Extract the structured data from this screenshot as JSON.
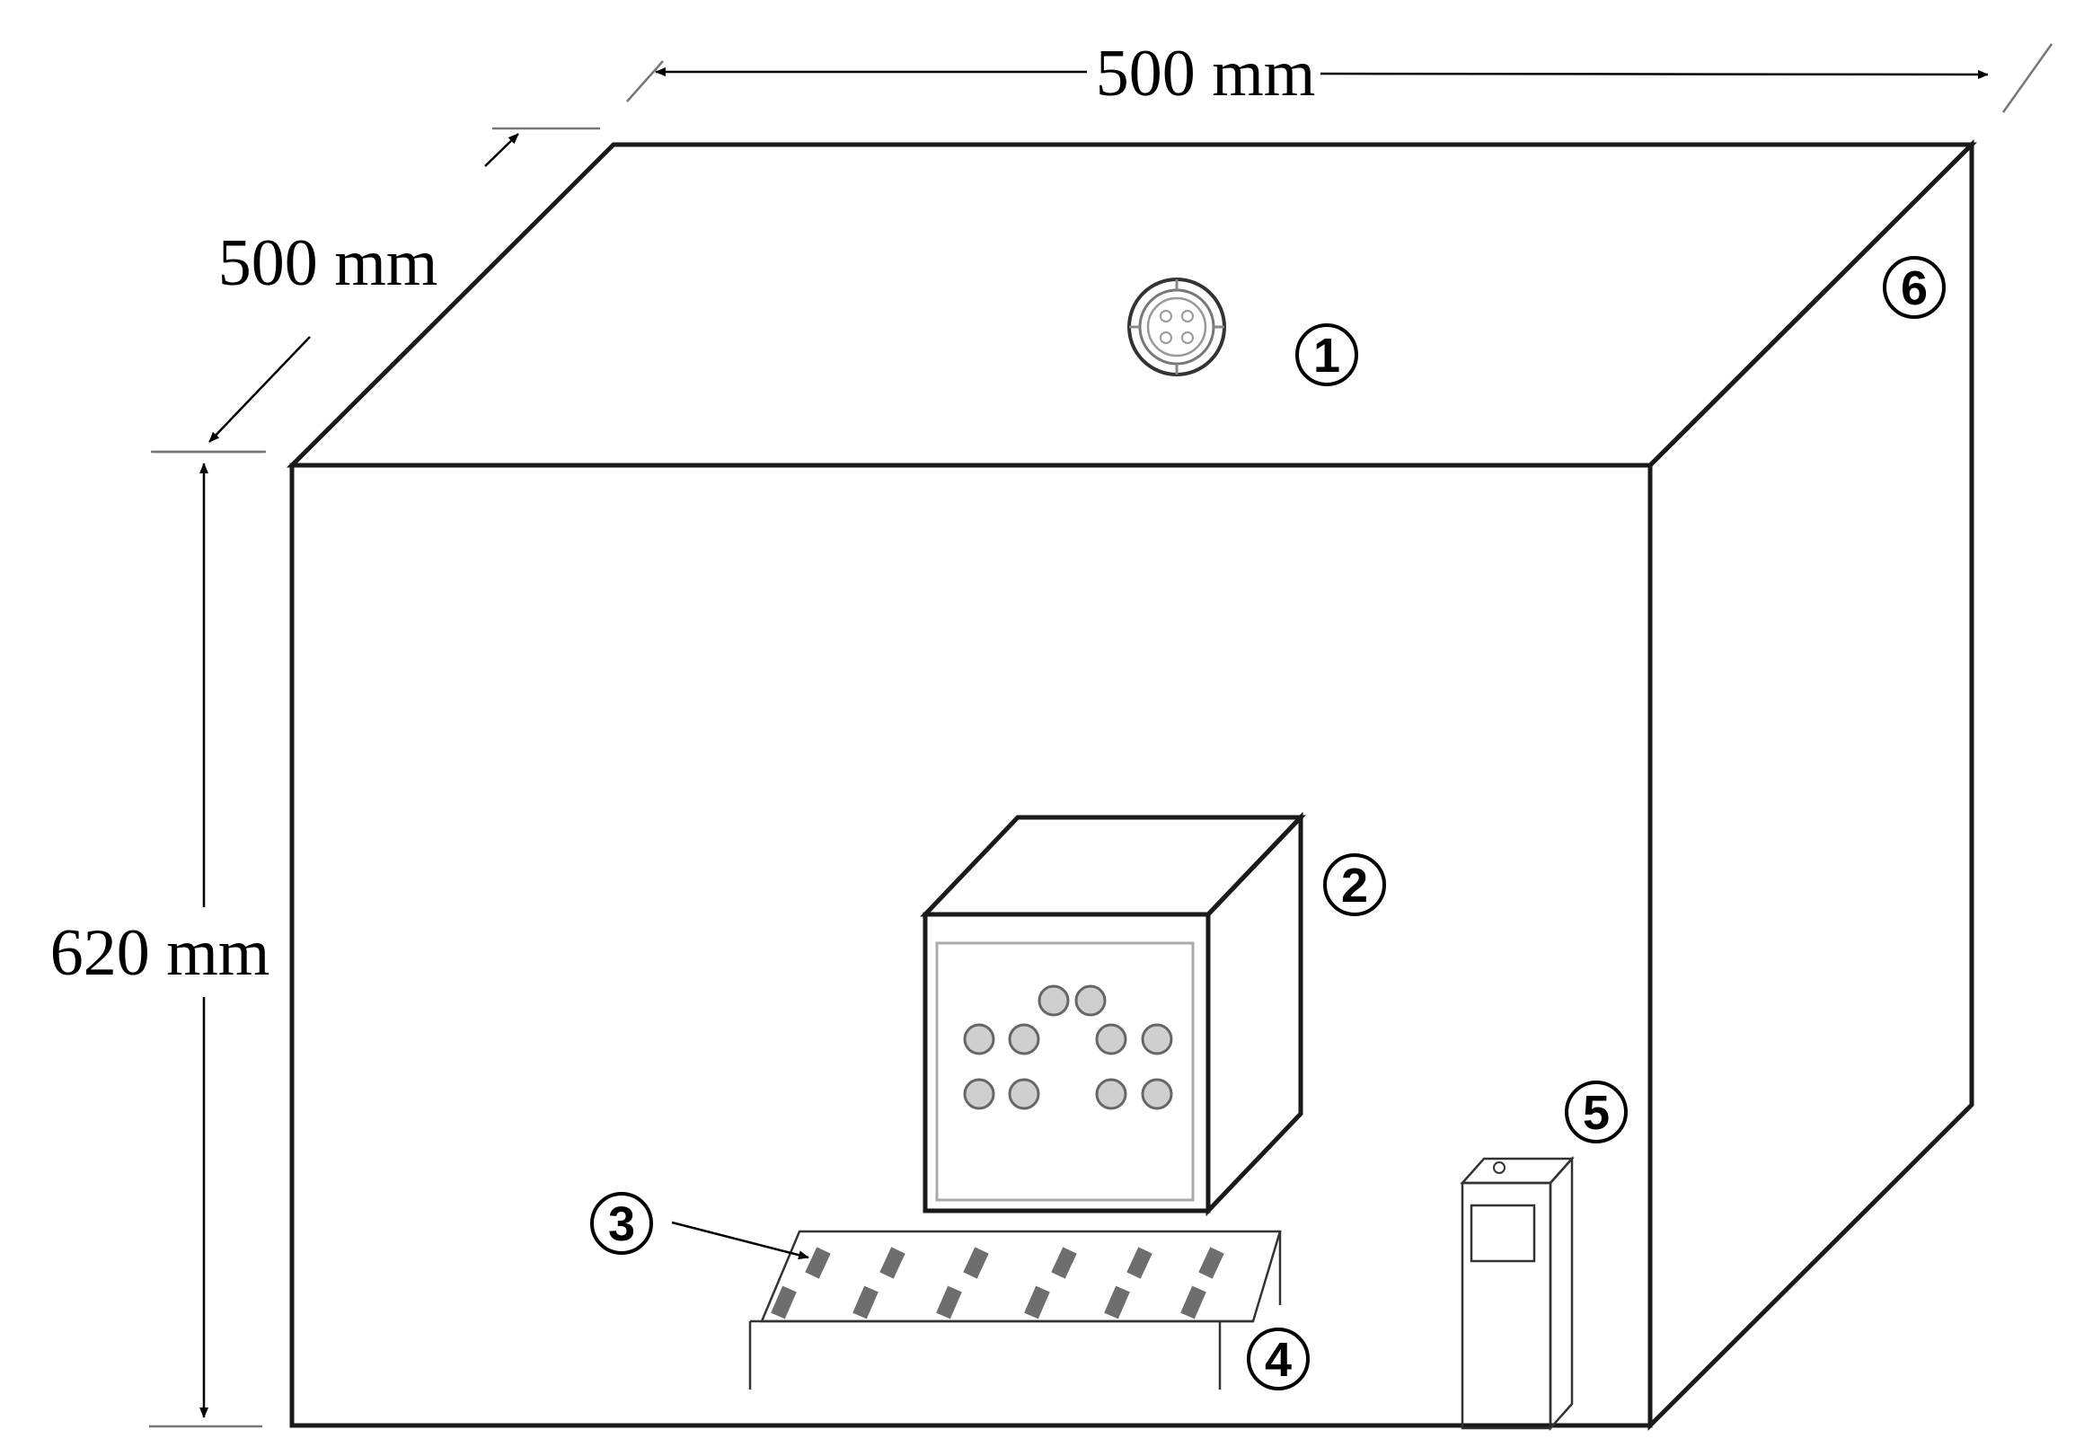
{
  "dimensions": {
    "width_label": "500 mm",
    "depth_label": "500 mm",
    "height_label": "620 mm"
  },
  "callouts": [
    "1",
    "2",
    "3",
    "4",
    "5",
    "6"
  ]
}
